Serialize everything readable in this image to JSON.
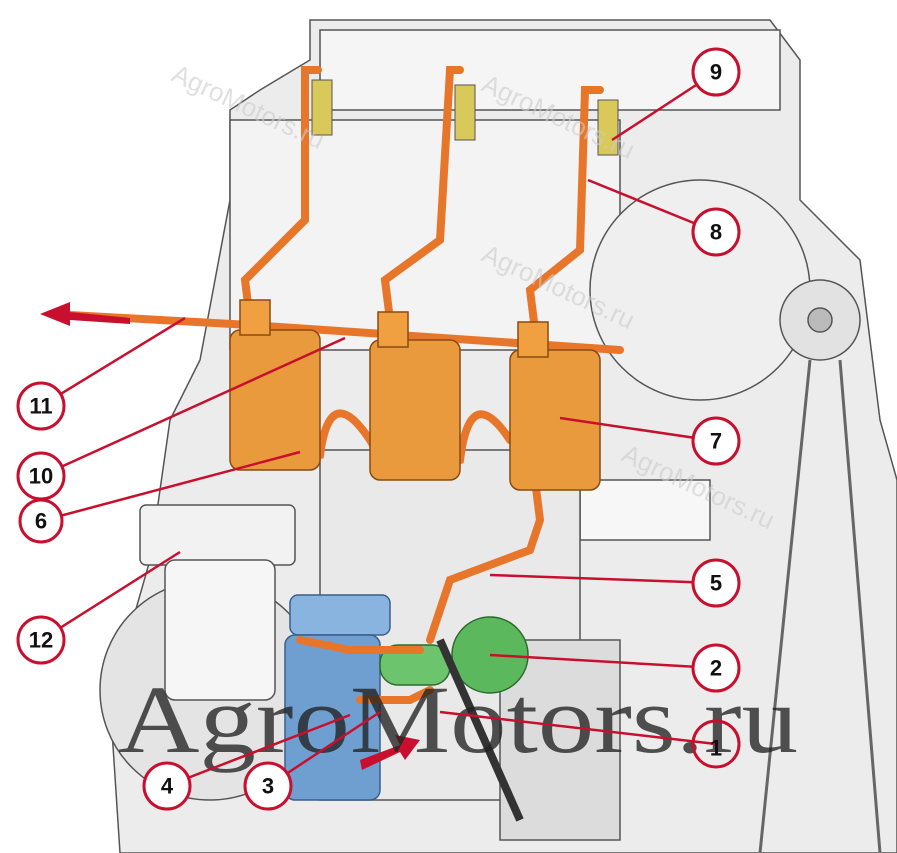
{
  "watermark": {
    "main": "AgroMotors.ru",
    "small": "AgroMotors.ru"
  },
  "callouts": [
    {
      "id": "1",
      "label": "1"
    },
    {
      "id": "2",
      "label": "2"
    },
    {
      "id": "3",
      "label": "3"
    },
    {
      "id": "4",
      "label": "4"
    },
    {
      "id": "5",
      "label": "5"
    },
    {
      "id": "6",
      "label": "6"
    },
    {
      "id": "7",
      "label": "7"
    },
    {
      "id": "8",
      "label": "8"
    },
    {
      "id": "9",
      "label": "9"
    },
    {
      "id": "10",
      "label": "10"
    },
    {
      "id": "11",
      "label": "11"
    },
    {
      "id": "12",
      "label": "12"
    }
  ],
  "colors": {
    "callout": "#c8102e",
    "fuel_line": "#e8762a",
    "pump": "#e89a3c",
    "filter_blue": "#6f9fd0",
    "feed_pump": "#5cb85c",
    "engine": "#e8e8e8"
  }
}
